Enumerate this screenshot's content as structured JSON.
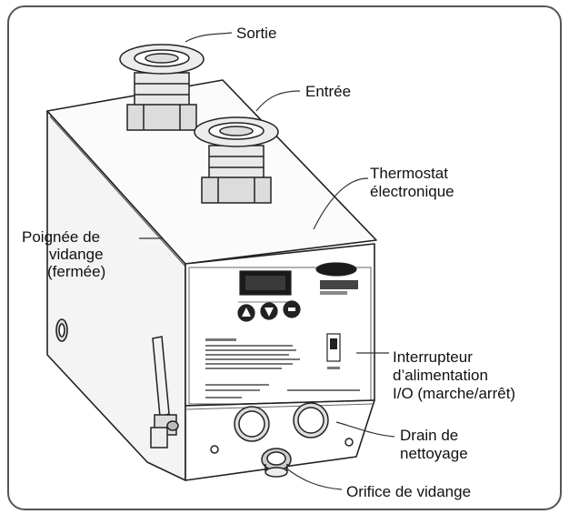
{
  "labels": {
    "sortie": "Sortie",
    "entree": "Entrée",
    "thermostat_1": "Thermostat",
    "thermostat_2": "électronique",
    "poignee_1": "Poignée de",
    "poignee_2": "vidange",
    "poignee_3": "(fermée)",
    "interrupteur_1": "Interrupteur",
    "interrupteur_2": "d’alimentation",
    "interrupteur_3": "I/O (marche/arrêt)",
    "drain_1": "Drain de",
    "drain_2": "nettoyage",
    "orifice": "Orifice de vidange"
  }
}
